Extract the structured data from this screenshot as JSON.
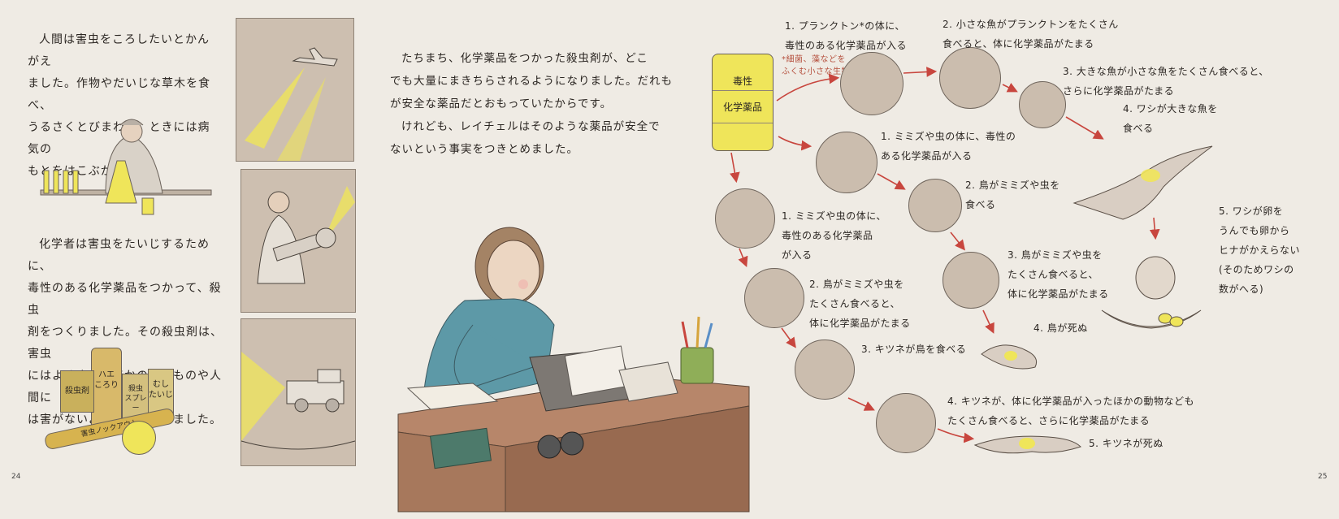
{
  "left_page": {
    "para1": [
      "人間は害虫をころしたいとかんがえ",
      "ました。作物やだいじな草木を食べ、",
      "うるさくとびまわり、ときには病気の",
      "もとをはこぶからです。"
    ],
    "para2": [
      "化学者は害虫をたいじするために、",
      "毒性のある化学薬品をつかって、殺虫",
      "剤をつくりました。その殺虫剤は、害虫",
      "にはよくきき、ほかの生きものや人間に",
      "は害がないようにおもわれました。"
    ],
    "products": {
      "can1": [
        "ハエ",
        "ころり"
      ],
      "box1": "殺虫剤",
      "can2": [
        "殺虫",
        "スプレー"
      ],
      "can3": [
        "むし",
        "たいじ"
      ],
      "sprayer": "害虫ノックアウト"
    },
    "page_number": "24"
  },
  "center": {
    "paragraph": [
      "たちまち、化学薬品をつかった殺虫剤が、どこ",
      "でも大量にまきちらされるようになりました。だれも",
      "が安全な薬品だとおもっていたからです。",
      "けれども、レイチェルはそのような薬品が安全で",
      "ないという事実をつきとめました。"
    ]
  },
  "right_page": {
    "barrel": [
      "毒性",
      "化学薬品"
    ],
    "plankton_note": [
      "*細菌、藻などを",
      "ふくむ小さな生物"
    ],
    "water_chain": [
      [
        "1. プランクトン*の体に、",
        "毒性のある化学薬品が入る"
      ],
      [
        "2. 小さな魚がプランクトンをたくさん",
        "食べると、体に化学薬品がたまる"
      ],
      [
        "3. 大きな魚が小さな魚をたくさん食べると、",
        "さらに化学薬品がたまる"
      ],
      [
        "4. ワシが大きな魚を",
        "食べる"
      ],
      [
        "5. ワシが卵を",
        "うんでも卵から",
        "ヒナがかえらない",
        "(そのためワシの",
        "数がへる)"
      ]
    ],
    "soil_chain": [
      [
        "1. ミミズや虫の体に、毒性の",
        "ある化学薬品が入る"
      ],
      [
        "2. 鳥がミミズや虫を",
        "食べる"
      ],
      [
        "3. 鳥がミミズや虫を",
        "たくさん食べると、",
        "体に化学薬品がたまる"
      ],
      [
        "4. 鳥が死ぬ"
      ]
    ],
    "ground_chain": [
      [
        "1. ミミズや虫の体に、",
        "毒性のある化学薬品",
        "が入る"
      ],
      [
        "2. 鳥がミミズや虫を",
        "たくさん食べると、",
        "体に化学薬品がたまる"
      ],
      [
        "3. キツネが鳥を食べる"
      ],
      [
        "4. キツネが、体に化学薬品が入ったほかの動物なども",
        "たくさん食べると、さらに化学薬品がたまる"
      ],
      [
        "5. キツネが死ぬ"
      ]
    ],
    "page_number": "25"
  },
  "colors": {
    "paper": "#efebe4",
    "panel": "#cdbfb0",
    "circle": "#cbbdae",
    "chemical_yellow": "#efe55a",
    "arrow_red": "#c8463e",
    "desk": "#a7785c",
    "shirt": "#5d99a7"
  }
}
